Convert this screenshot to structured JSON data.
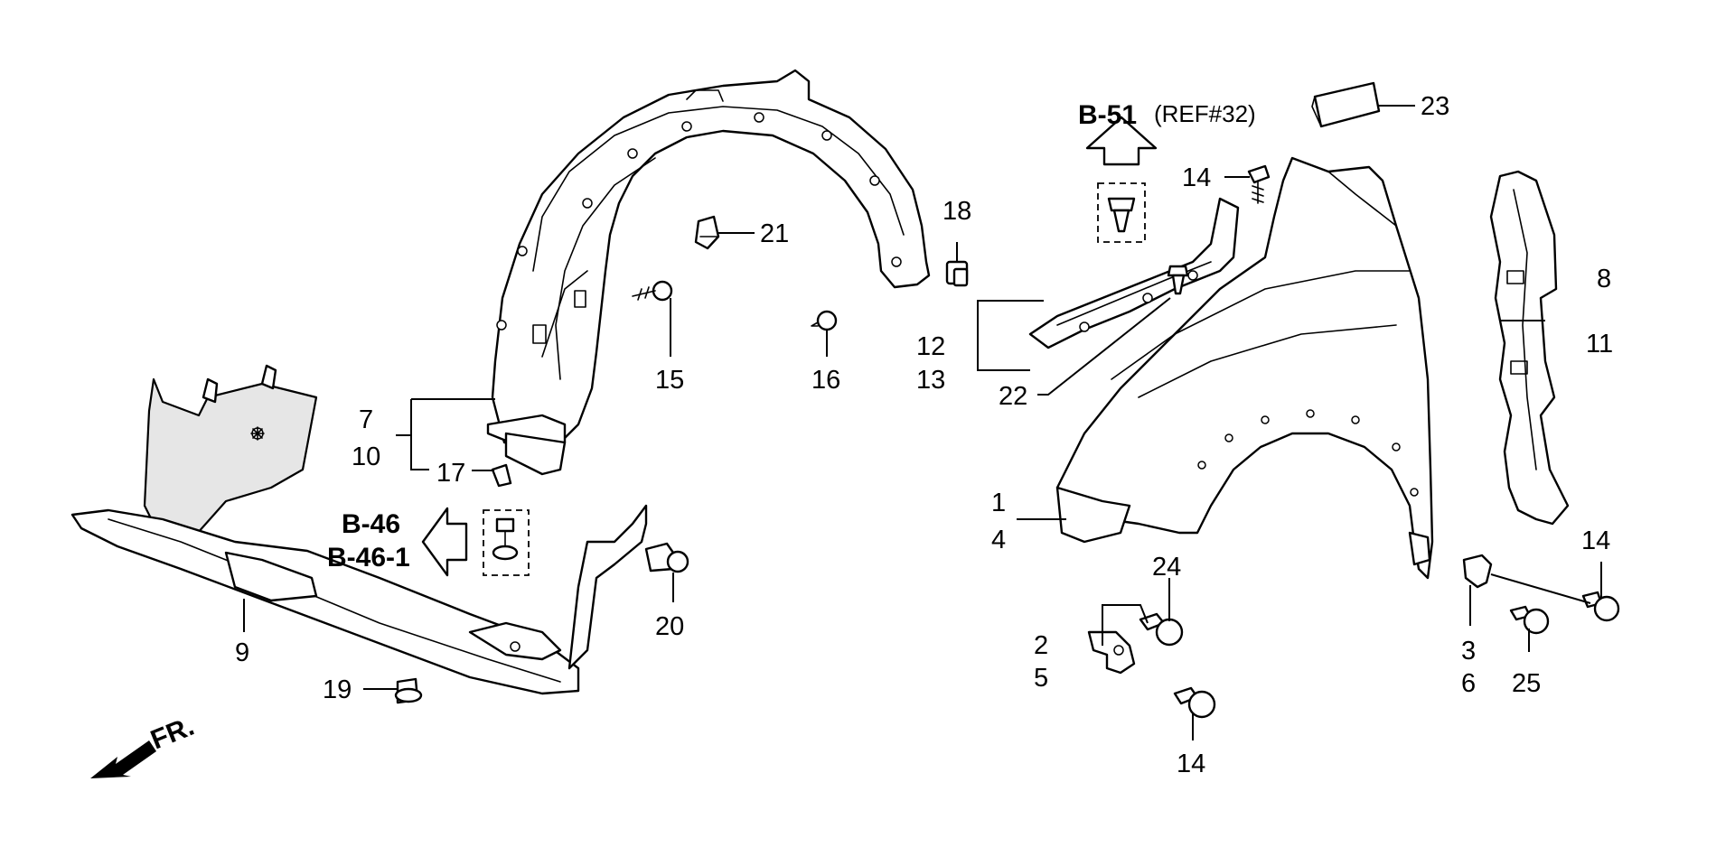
{
  "callouts": {
    "c1": "1",
    "c2": "2",
    "c3": "3",
    "c4": "4",
    "c5": "5",
    "c6": "6",
    "c7": "7",
    "c8": "8",
    "c9": "9",
    "c10": "10",
    "c11": "11",
    "c12": "12",
    "c13": "13",
    "c14a": "14",
    "c14b": "14",
    "c14c": "14",
    "c15": "15",
    "c16": "16",
    "c17": "17",
    "c18": "18",
    "c19": "19",
    "c20": "20",
    "c21": "21",
    "c22": "22",
    "c23": "23",
    "c24": "24",
    "c25": "25"
  },
  "references": {
    "b51": "B-51",
    "b51_ref": "(REF#32)",
    "b46": "B-46",
    "b46_1": "B-46-1"
  },
  "direction": {
    "front": "FR."
  }
}
